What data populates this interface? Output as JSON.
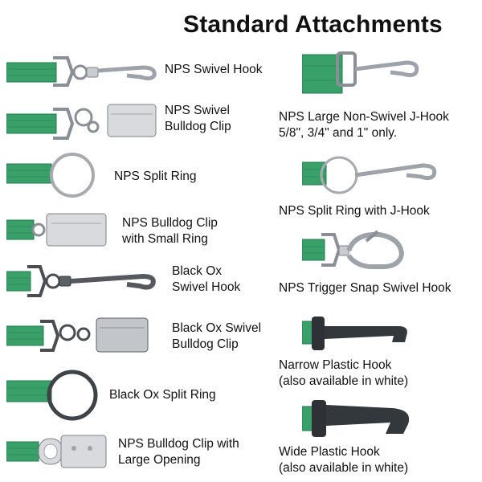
{
  "title": "Standard Attachments",
  "colors": {
    "strap": "#3aa06a",
    "strap_dark": "#23784c",
    "metal": "#c9ccd0",
    "metal_dark": "#7d8288",
    "black": "#33383c",
    "text": "#111111"
  },
  "left_items": [
    {
      "lines": [
        "NPS Swivel Hook"
      ]
    },
    {
      "lines": [
        "NPS Swivel",
        "Bulldog Clip"
      ]
    },
    {
      "lines": [
        "NPS Split Ring"
      ]
    },
    {
      "lines": [
        "NPS Bulldog Clip",
        "with Small Ring"
      ]
    },
    {
      "lines": [
        "Black Ox",
        "Swivel Hook"
      ]
    },
    {
      "lines": [
        "Black Ox Swivel",
        "Bulldog Clip"
      ]
    },
    {
      "lines": [
        "Black Ox Split Ring"
      ]
    },
    {
      "lines": [
        "NPS Bulldog Clip with",
        "Large Opening"
      ]
    }
  ],
  "right_items": [
    {
      "lines": [
        "NPS Large Non-Swivel J-Hook",
        "5/8\", 3/4\" and 1\" only."
      ]
    },
    {
      "lines": [
        "NPS Split Ring with J-Hook"
      ]
    },
    {
      "lines": [
        "NPS Trigger Snap Swivel Hook"
      ]
    },
    {
      "lines": [
        "Narrow Plastic Hook",
        "(also available in white)"
      ]
    },
    {
      "lines": [
        "Wide Plastic Hook",
        "(also available in white)"
      ]
    }
  ],
  "icons": {
    "swivel_hook": "swivel-hook-icon",
    "bulldog_clip": "bulldog-clip-icon",
    "split_ring": "split-ring-icon",
    "j_hook": "j-hook-icon",
    "trigger_snap": "trigger-snap-icon",
    "plastic_hook": "plastic-hook-icon"
  }
}
